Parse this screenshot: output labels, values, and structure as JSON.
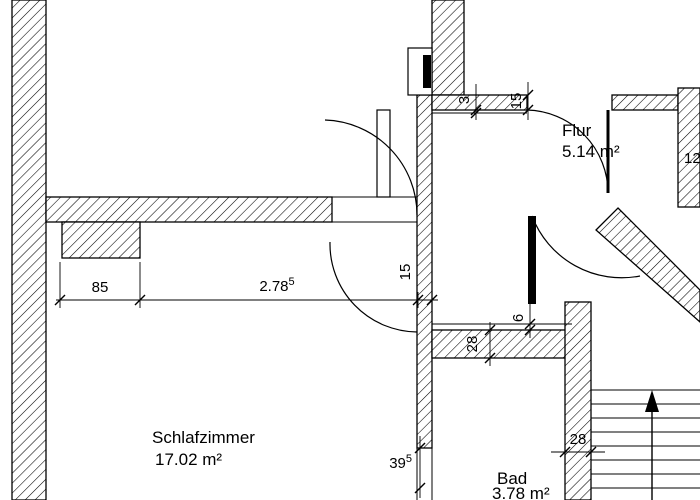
{
  "drawing": {
    "type": "architectural floor plan",
    "language": "German"
  },
  "rooms": {
    "flur": {
      "name": "Flur",
      "area": "5.14 m²"
    },
    "schlafzimmer": {
      "name": "Schlafzimmer",
      "area": "17.02 m²"
    },
    "bad": {
      "name": "Bad",
      "area": "3.78 m²"
    }
  },
  "dims": {
    "pier": "85",
    "schlaf_width": "2.78",
    "schlaf_width_sup": "5",
    "wall_central": "15",
    "top_small": "3",
    "top_wall": "15",
    "bad_wall_top": "28",
    "step": "6",
    "bad_niche": "39",
    "bad_niche_sup": "5",
    "bad_wall_right": "28",
    "right_edge": "12"
  },
  "colors": {
    "ink": "#000000",
    "paper": "#ffffff"
  }
}
